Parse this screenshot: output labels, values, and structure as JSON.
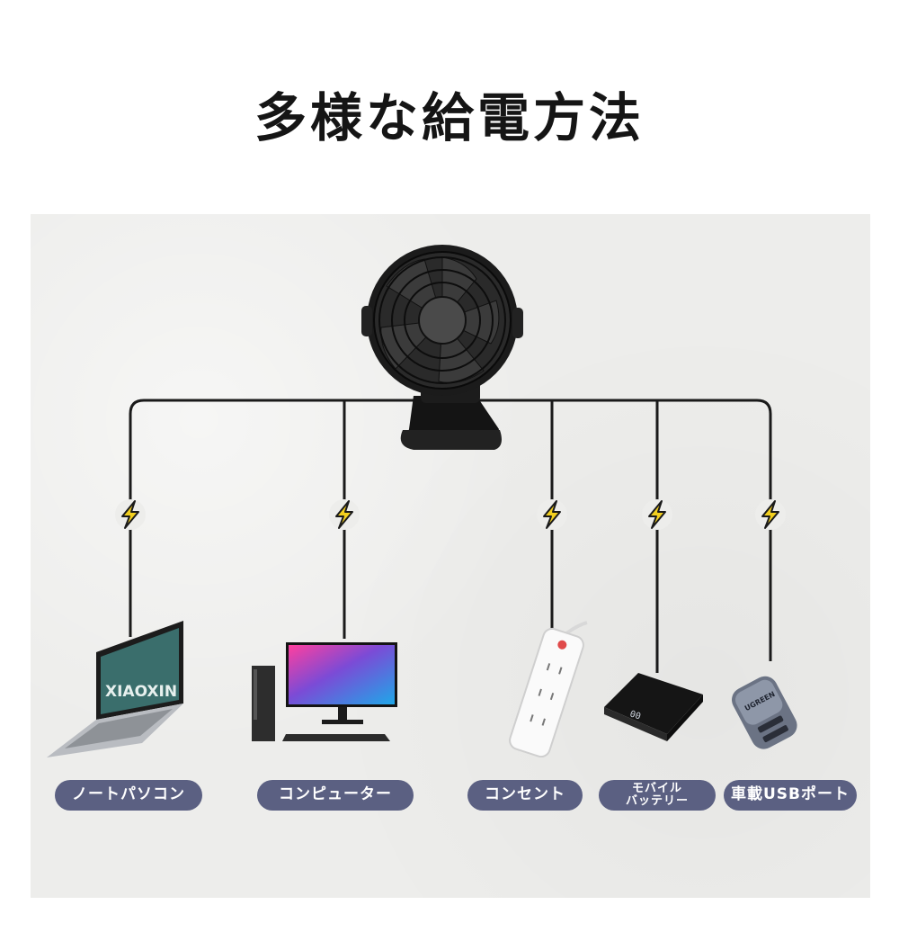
{
  "title": "多様な給電方法",
  "devices": [
    {
      "label": "ノートパソコン",
      "icon": "laptop-icon"
    },
    {
      "label": "コンピューター",
      "icon": "desktop-computer-icon"
    },
    {
      "label": "コンセント",
      "icon": "power-strip-icon"
    },
    {
      "label_line1": "モバイル",
      "label_line2": "バッテリー",
      "icon": "power-bank-icon"
    },
    {
      "label": "車載USBポート",
      "icon": "car-usb-charger-icon"
    }
  ],
  "device_text": {
    "laptop_screen": "XIAOXIN",
    "powerbank_display": "00",
    "charger_brand": "UGREEN"
  },
  "colors": {
    "label_bg": "#5b6082",
    "bolt": "#f2cf1f",
    "wire": "#1a1a1a"
  }
}
